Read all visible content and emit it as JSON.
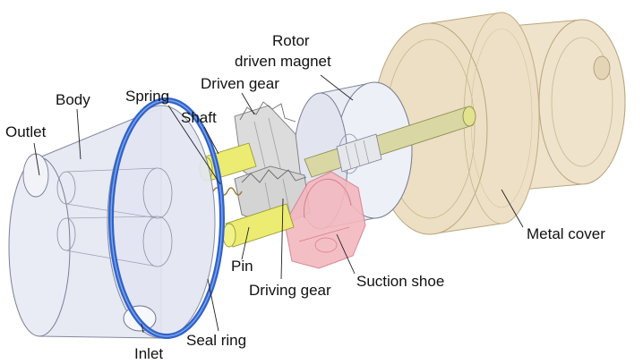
{
  "labels": {
    "outlet": "Outlet",
    "body": "Body",
    "spring": "Spring",
    "shaft": "Shaft",
    "driven_gear": "Driven gear",
    "rotor_line1": "Rotor",
    "rotor_line2": "driven magnet",
    "metal_cover": "Metal cover",
    "suction_shoe": "Suction shoe",
    "driving_gear": "Driving gear",
    "pin": "Pin",
    "seal_ring": "Seal ring",
    "inlet": "Inlet"
  },
  "colors": {
    "body_fill": "#e6e8f3",
    "body_stroke": "#7a7f96",
    "seal_ring": "#2f63c9",
    "metal_cover_fill": "#eee0c6",
    "metal_cover_stroke": "#b8a57e",
    "rotor_fill": "#e9ebf4",
    "shaft_yellow": "#ecec73",
    "shaft_stroke": "#9a9a3a",
    "gear_fill": "#d9d9d9",
    "suction_shoe": "#f3b8bf",
    "suction_shoe_stroke": "#d77b88"
  }
}
